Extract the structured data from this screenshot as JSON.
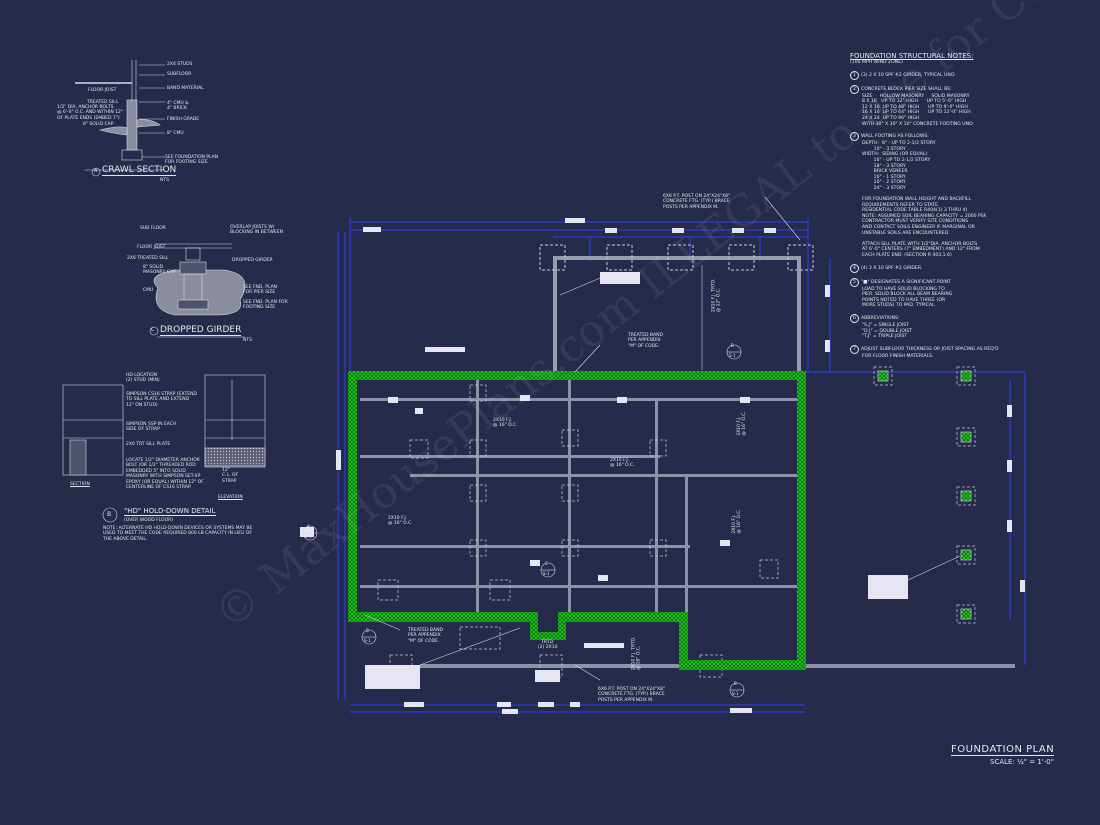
{
  "sheet": {
    "title": "FOUNDATION PLAN",
    "scale": "SCALE: ¼\" = 1'-0\"",
    "watermark": [
      "© MaxHousePlans.com",
      "ILLEGAL to use for Construction",
      "MaxHousePlans.com"
    ],
    "colors": {
      "background": "#272b4b",
      "wall_band": "#22d822",
      "dimension": "#2f3cff",
      "linework": "#d8d8e2"
    }
  },
  "notes": {
    "heading": "FOUNDATION STRUCTURAL NOTES:",
    "subheading": "(100 MPH WIND ZONE)",
    "items": [
      {
        "num": "1",
        "text": "(3) 2 x 10 SPF #2 GIRDER, TYPICAL UNO."
      },
      {
        "num": "2",
        "text": "CONCRETE BLOCK PIER SIZE SHALL BE:",
        "lines": "SIZE     HOLLOW MASONRY     SOLID MASONRY\n8 x 16   UP TO 32\" HIGH      UP TO 5'-0\" HIGH\n12 x 16  UP TO 48\" HIGH      UP TO 9'-0\" HIGH\n16 x 16  UP TO 64\" HIGH      UP TO 12'-0\" HIGH\n24 x 24  UP TO 96\" HIGH\nWITH 30\" x 30\" x 10\" CONCRETE FOOTING UNO."
      },
      {
        "num": "3",
        "text": "WALL FOOTING AS FOLLOWS:",
        "lines": "DEPTH:  8\" - UP TO 2-1/2 STORY\n        10\" - 3 STORY\nWIDTH:  SIDING (OR EQUAL)\n        16\" - UP TO 2-1/2 STORY\n        18\" - 3 STORY\n        BRICK VENEER\n        16\" - 1 STORY\n        20\" - 2 STORY\n        24\" - 3 STORY\n\nFOR FOUNDATION WALL HEIGHT AND BACKFILL\nREQUIREMENTS REFER TO STATE\nRESIDENTIAL CODE TABLE R404(1) 3 THRU 4)\nNOTE: ASSUMED SOIL BEARING CAPACITY = 2000 PSF.\nCONTRACTOR MUST VERIFY SITE CONDITIONS\nAND CONTACT SOILS ENGINEER IF MARGINAL OR\nUNSTABLE SOILS ARE ENCOUNTERED.\n\nATTACH SILL PLATE WITH 1/2\"DIA. ANCHOR BOLTS\nAT 6'-0\" CENTERS (7\" EMBEDMENT) AND 12\" FROM\nEACH PLATE END. (SECTION R 403.1.6)"
      },
      {
        "num": "4",
        "text": "(4) 2 x 10 SPF #2 GIRDER."
      },
      {
        "num": "5",
        "text": "\"■\" DESIGNATES A SIGNIFICANT POINT",
        "lines": "LOAD TO HAVE SOLID BLOCKING TO\nPIER. SOLID BLOCK ALL BEAM BEARING\nPOINTS NOTED TO HAVE THREE (OR\nMORE STUDS) TO PAD, TYPICAL."
      },
      {
        "num": "6",
        "text": "ABBREVIATIONS:",
        "lines": "\"S.J\" = SINGLE JOIST\n\"D.J\" = DOUBLE JOIST\n\"T.J\" = TRIPLE JOIST"
      },
      {
        "num": "7",
        "text": "ADJUST SUBFLOOR THICKNESS OR JOIST SPACING AS REQ'D",
        "lines": "FOR FLOOR FINISH MATERIALS."
      }
    ]
  },
  "details": {
    "crawl": {
      "tag": "A",
      "title": "CRAWL SECTION",
      "scale": "NTS",
      "labels": [
        "2x4 STUDS",
        "SUBFLOOR",
        "BAND MATERIAL",
        "FLOOR JOIST",
        "TREATED SILL",
        "1/2\" DIA. ANCHOR BOLTS\n@ 6'-0\" O.C. AND WITHIN 12\"\nOF PLATE ENDS (EMBED 7\")",
        "4\" CMU &\n4\" BRICK",
        "8\" SOLID CAP",
        "FINISH GRADE",
        "8\" CMU",
        "SEE FOUNDATION PLAN\nFOR FOOTING SIZE"
      ]
    },
    "girder": {
      "tag": "C",
      "title": "DROPPED GIRDER",
      "scale": "NTS",
      "labels": [
        "SUB FLOOR",
        "OVERLAP JOISTS W/\nBLOCKING IN BETWEEN",
        "FLOOR JOIST",
        "2x6 TREATED SILL",
        "DROPPED GIRDER",
        "8\" SOLID\nMASONRY CAP",
        "CMU",
        "SEE FND. PLAN\nFOR PIER SIZE",
        "SEE FND. PLAN FOR\nFOOTING SIZE"
      ]
    },
    "holddown": {
      "tag": "B",
      "title": "\"HD\" HOLD-DOWN DETAIL",
      "subtitle": "(OVER WOOD FLOOR)",
      "note": "NOTE: ALTERNATE HD HOLD-DOWN DEVICES OR SYSTEMS MAY BE\nUSED TO MEET THE CODE REQUIRED 800 LB CAPACITY IN LIEU OF\nTHE ABOVE DETAIL.",
      "labels": [
        "HD LOCATION\n(2) STUD (MIN)",
        "SIMPSON CS16 STRAP (EXTEND\nTO SILL PLATE AND EXTEND\n12\" ON STUD)",
        "SIMPSON SSP IN EACH\nSIDE OF STRAP",
        "2x6 TRT SILL PLATE",
        "LOCATE 1/2\" DIAMETER ANCHOR\nBOLT (OR 1/2\" THREADED ROD\nEMBEDDED 5\" INTO SOLID\nMASONRY WITH SIMPSON SET-XP\nEPOXY (OR EQUAL) WITHIN 12\" OF\nCENTERLINE OF CS16 STRAP.",
        "12\"\nC.L. OF\nSTRAP"
      ],
      "section_label": "SECTION",
      "elevation_label": "ELEVATION"
    }
  },
  "plan": {
    "callouts": [
      "6x6 P.T. POST ON 24\"x24\"x8\"\nCONCRETE FTG. (TYP.) BRACE\nPOSTS PER APPENDIX M.",
      "TREATED BAND\nPER APPENDIX\n\"M\" OF CODE.",
      "TREATED BAND\nPER APPENDIX\n\"M\" OF CODE.",
      "6x6 P.T. POST ON 24\"x24\"x8\"\nCONCRETE FTG. (TYP.) BRACE\nPOSTS PER APPENDIX M.",
      "TRTD.\n(2) 2x10"
    ],
    "joist_labels": [
      "2x10 F.J. TRTD.\n@ 12\" O.C.",
      "2x10 F.J.\n@ 16\" O.C.",
      "2x10 F.J.\n@ 16\" O.C.",
      "2x10 F.J.\n@ 16\" O.C.",
      "2x10 F.J.\n@ 16\" O.C.",
      "2x10 F.J.\n@ 16\" O.C.",
      "2x10 F.J. TRTD.\n@ 16\" O.C."
    ],
    "section_markers": [
      {
        "top": "B",
        "bottom": "S-1"
      },
      {
        "top": "A",
        "bottom": "S-1"
      },
      {
        "top": "B",
        "bottom": "S-1"
      },
      {
        "top": "B",
        "bottom": "S-1"
      },
      {
        "top": "C",
        "bottom": "S-1"
      }
    ]
  }
}
